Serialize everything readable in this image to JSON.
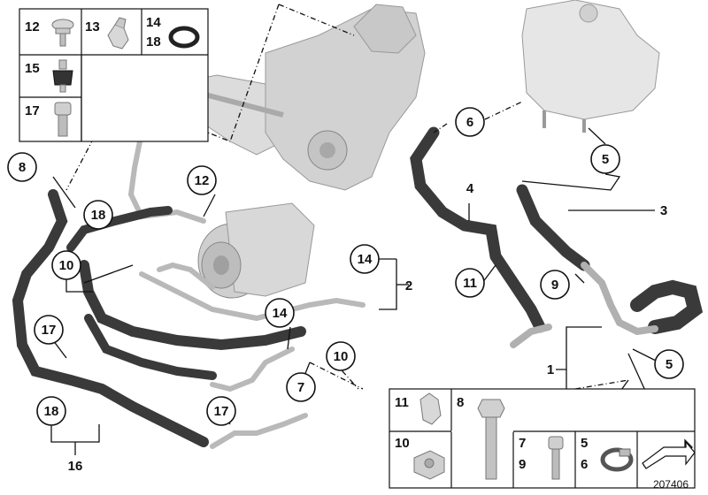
{
  "reference_number": "207406",
  "callouts": {
    "c1": "1",
    "c2": "2",
    "c3": "3",
    "c4": "4",
    "c5a": "5",
    "c5b": "5",
    "c6": "6",
    "c7": "7",
    "c8": "8",
    "c9": "9",
    "c10a": "10",
    "c10b": "10",
    "c10c": "10",
    "c11": "11",
    "c12": "12",
    "c13": "13",
    "c14a": "14",
    "c14b": "14",
    "c14c": "14",
    "c16": "16",
    "c17a": "17",
    "c17b": "17",
    "c18a": "18",
    "c18b": "18"
  },
  "legend_top": {
    "cell_12": "12",
    "cell_13": "13",
    "cell_14": "14",
    "cell_18": "18",
    "cell_15": "15",
    "cell_17": "17"
  },
  "legend_bottom": {
    "cell_11": "11",
    "cell_8": "8",
    "cell_10": "10",
    "cell_7": "7",
    "cell_9": "9",
    "cell_5": "5",
    "cell_6": "6"
  },
  "colors": {
    "hose": "#3a3a3a",
    "hose_band": "#6b6b6b",
    "pipe": "#b9b9b9",
    "component": "#d4d4d4",
    "line": "#111111"
  }
}
